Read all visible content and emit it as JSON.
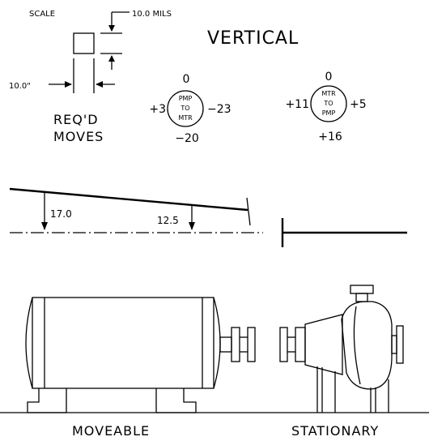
{
  "scale": {
    "label": "SCALE",
    "mils_label": "10.0 MILS",
    "length_label": "10.0\""
  },
  "required_moves": {
    "line1": "REQ'D",
    "line2": "MOVES"
  },
  "direction_title": "VERTICAL",
  "dial_pump_to_motor": {
    "face_lines": [
      "PMP",
      "TO",
      "MTR"
    ],
    "top": "0",
    "left": "+3",
    "right": "−23",
    "bottom": "−20"
  },
  "dial_motor_to_pump": {
    "face_lines": [
      "MTR",
      "TO",
      "PMP"
    ],
    "top": "0",
    "left": "+11",
    "right": "+5",
    "bottom": "+16"
  },
  "offsets": {
    "far_foot": "17.0",
    "near_foot": "12.5"
  },
  "machines": {
    "moveable": "MOVEABLE",
    "stationary": "STATIONARY"
  }
}
